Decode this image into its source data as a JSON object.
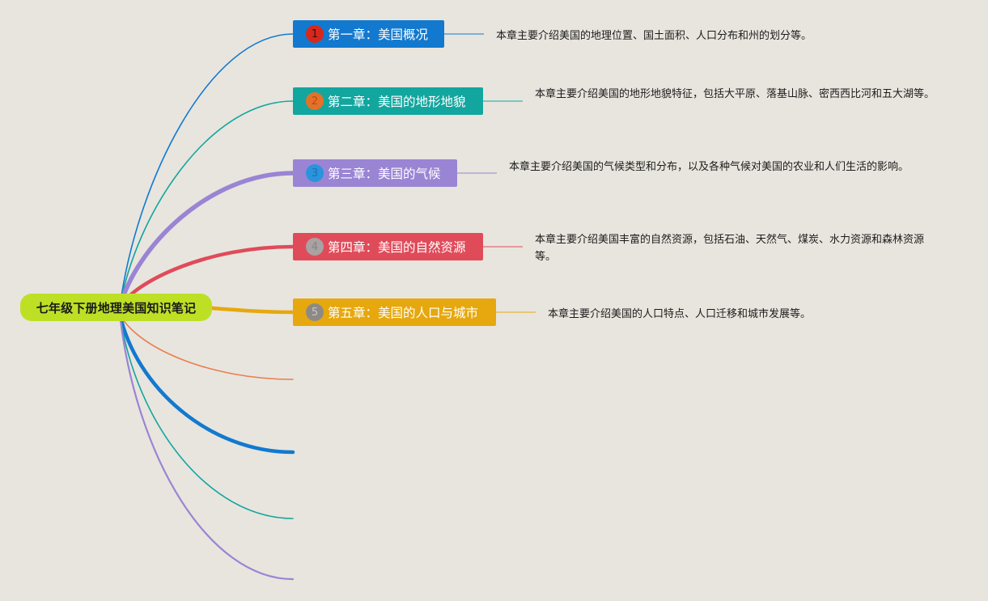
{
  "root": {
    "title": "七年级下册地理美国知识笔记"
  },
  "chapters": [
    {
      "number": "1",
      "title": "第一章：美国概况",
      "color": "#1279cf",
      "badge_color": "#d7281c",
      "badge_text_color": "#3a0e0a",
      "description": "本章主要介绍美国的地理位置、国土面积、人口分布和州的划分等。"
    },
    {
      "number": "2",
      "title": "第二章：美国的地形地貌",
      "color": "#12a69f",
      "badge_color": "#e47128",
      "badge_text_color": "#b04f15",
      "description": "本章主要介绍美国的地形地貌特征，包括大平原、落基山脉、密西西比河和五大湖等。"
    },
    {
      "number": "3",
      "title": "第三章：美国的气候",
      "color": "#9a84d4",
      "badge_color": "#2a94dc",
      "badge_text_color": "#1e6fb0",
      "description": "本章主要介绍美国的气候类型和分布，以及各种气候对美国的农业和人们生活的影响。"
    },
    {
      "number": "4",
      "title": "第四章：美国的自然资源",
      "color": "#e04b5a",
      "badge_color": "#a9a2a2",
      "badge_text_color": "#8a8383",
      "description": "本章主要介绍美国丰富的自然资源，包括石油、天然气、煤炭、水力资源和森林资源等。"
    },
    {
      "number": "5",
      "title": "第五章：美国的人口与城市",
      "color": "#e6a80e",
      "badge_color": "#8d8a86",
      "badge_text_color": "#c9c6c0",
      "description": "本章主要介绍美国的人口特点、人口迁移和城市发展等。"
    }
  ],
  "empty_branches": [
    {
      "color": "#ea7e4e"
    },
    {
      "color": "#1279cf"
    },
    {
      "color": "#12a69f"
    },
    {
      "color": "#9a84d4"
    }
  ]
}
